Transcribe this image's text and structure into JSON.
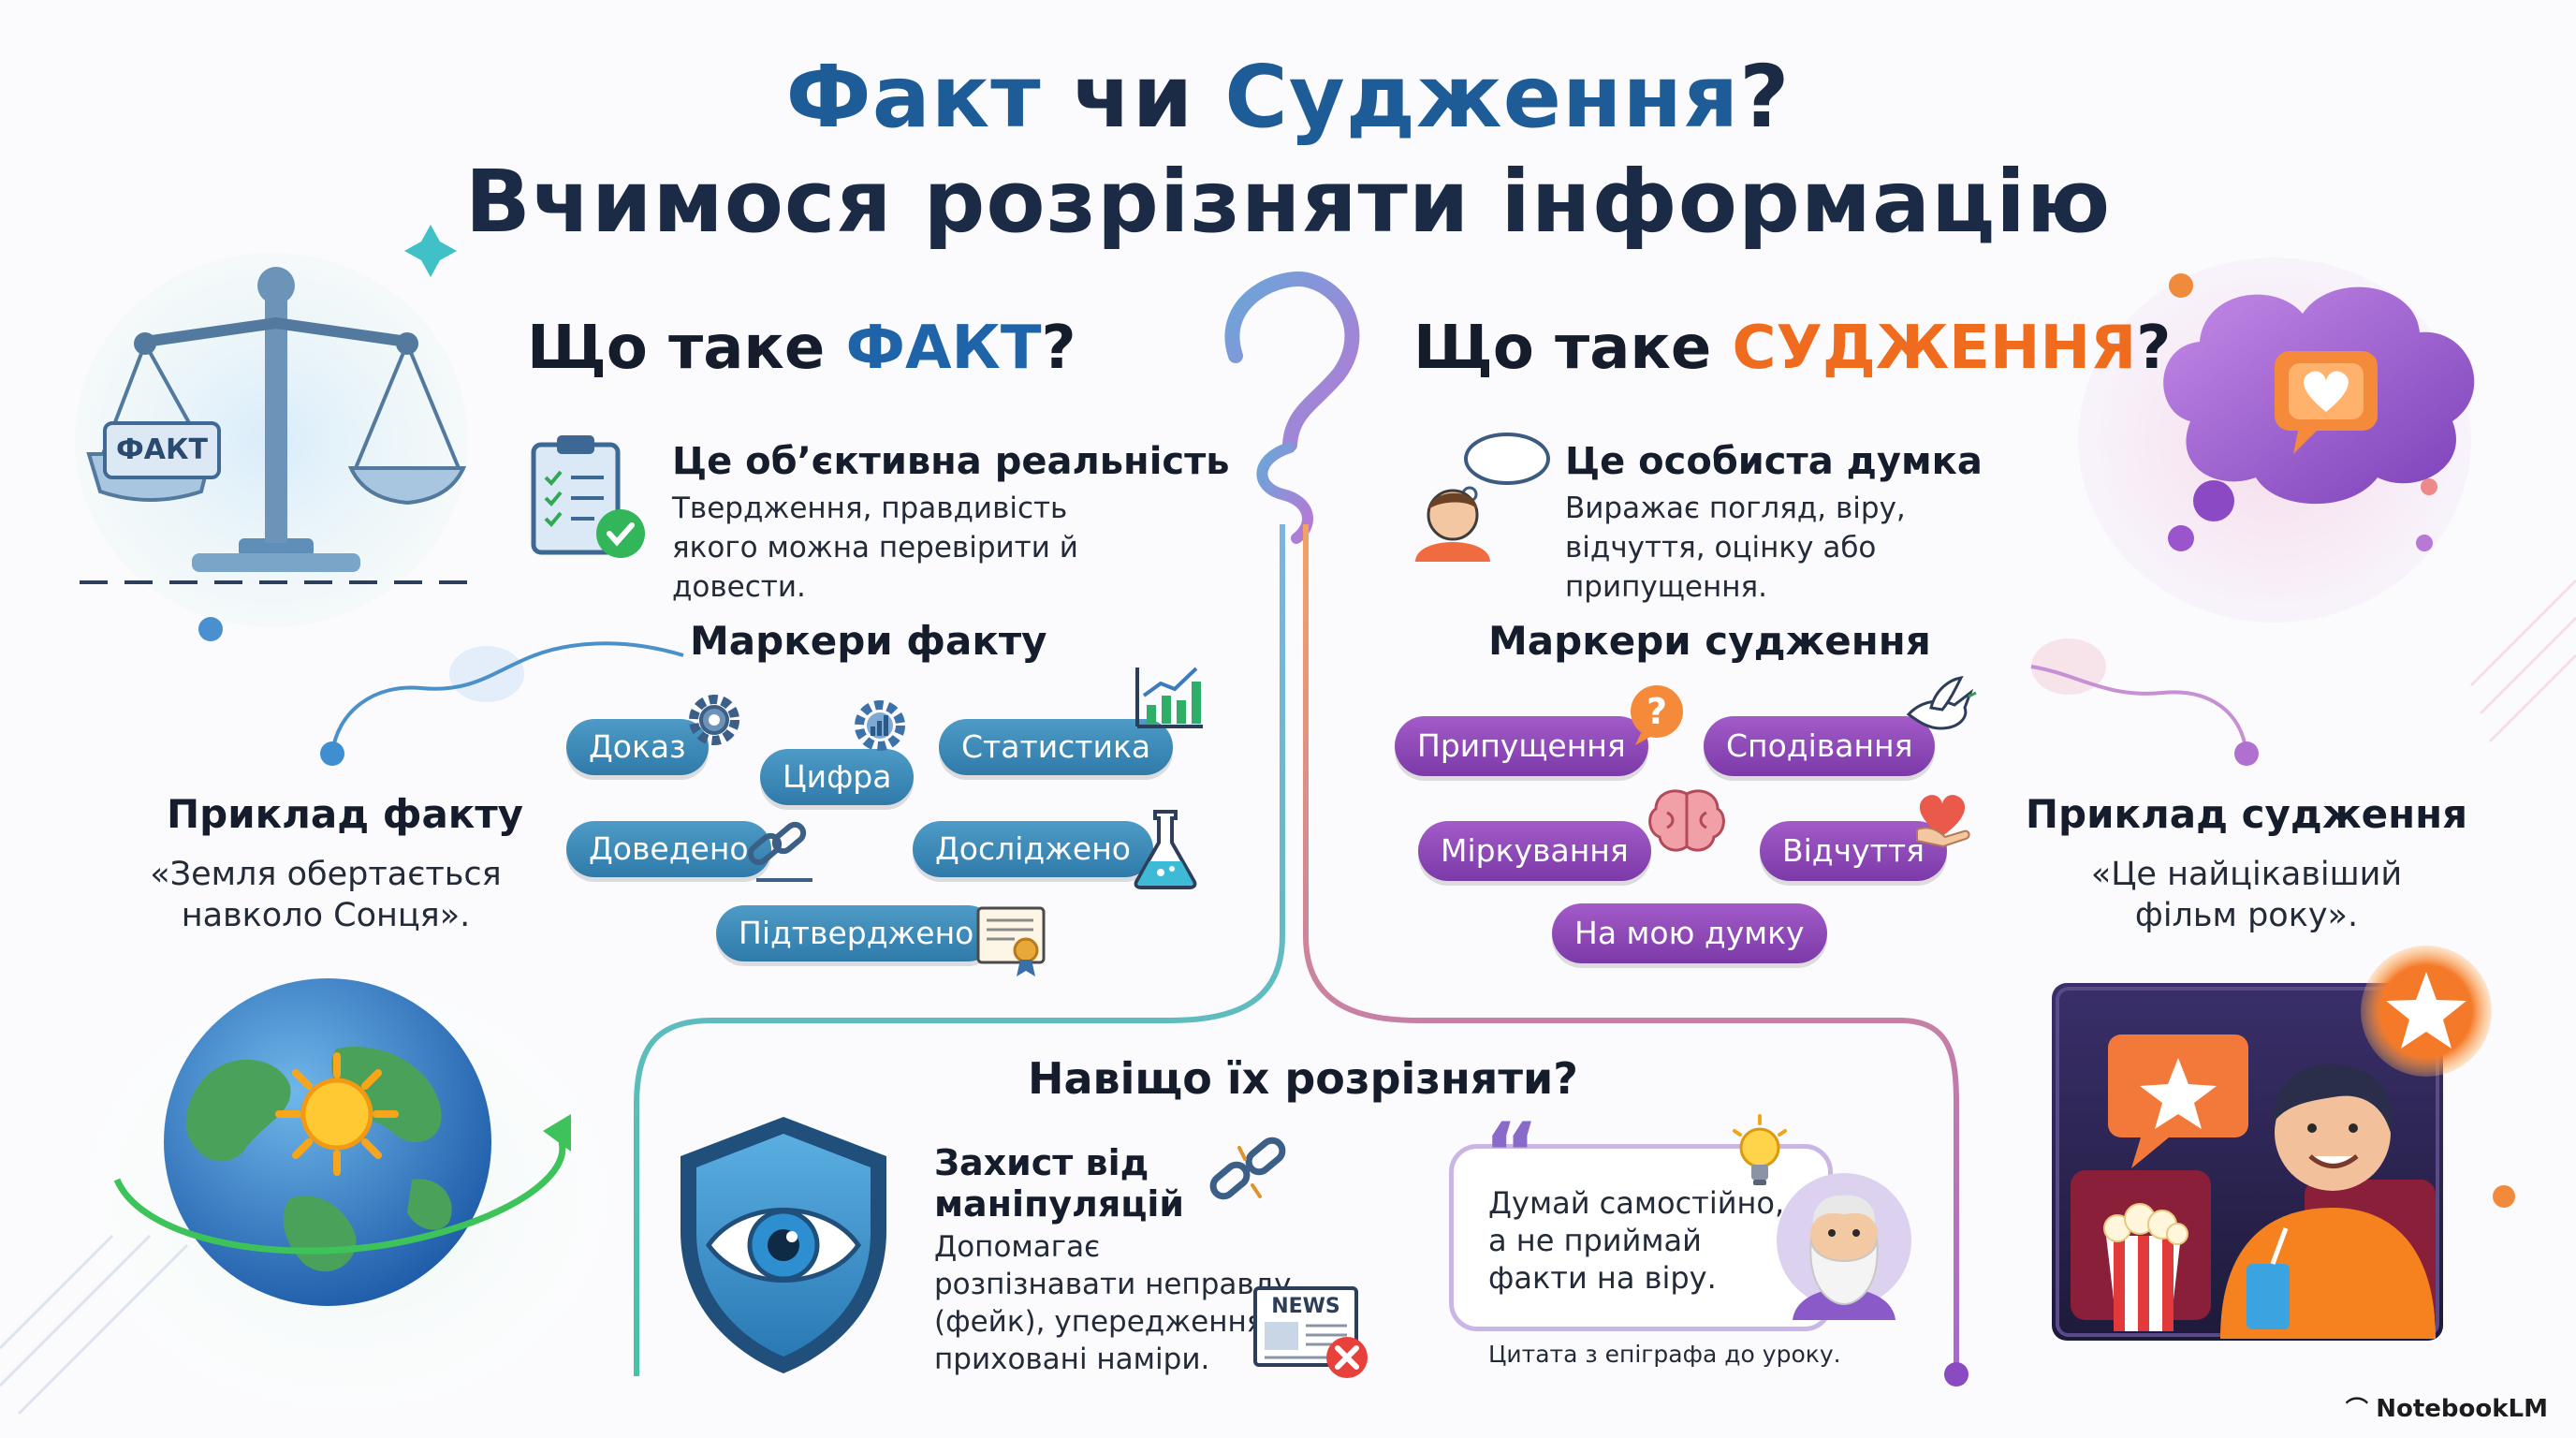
{
  "title": {
    "part1": "Факт",
    "part2": " чи ",
    "part3": "Судження",
    "part4": "?",
    "line2": "Вчимося розрізняти інформацію"
  },
  "fact": {
    "heading_prefix": "Що таке ",
    "heading_accent": "ФАКТ",
    "heading_suffix": "?",
    "scale_label": "ФАКТ",
    "definition_title": "Це об’єктивна реальність",
    "definition_text": "Твердження, правдивість якого можна перевірити й довести.",
    "markers_heading": "Маркери факту",
    "markers": [
      "Доказ",
      "Цифра",
      "Статистика",
      "Доведено",
      "Досліджено",
      "Підтверджено"
    ],
    "example_heading": "Приклад факту",
    "example_text_line1": "«Земля обертається",
    "example_text_line2": "навколо Сонця»."
  },
  "opinion": {
    "heading_prefix": "Що таке ",
    "heading_accent": "СУДЖЕННЯ",
    "heading_suffix": "?",
    "definition_title": "Це особиста думка",
    "definition_text": "Виражає погляд, віру, відчуття, оцінку або припущення.",
    "markers_heading": "Маркери судження",
    "markers": [
      "Припущення",
      "Сподівання",
      "Міркування",
      "Відчуття",
      "На мою думку"
    ],
    "example_heading": "Приклад судження",
    "example_text_line1": "«Це найцікавіший",
    "example_text_line2": "фільм року»."
  },
  "why": {
    "heading": "Навіщо їх розрізняти?",
    "protection_title": "Захист від маніпуляцій",
    "protection_text": "Допомагає розпізнавати неправду (фейк), упередження та приховані наміри.",
    "news_label": "NEWS",
    "quote_mark": "“",
    "quote_text": "Думай самостійно, а не приймай факти на віру.",
    "quote_caption": "Цитата з епіграфа до уроку."
  },
  "brand": "NotebookLM",
  "colors": {
    "fact_accent": "#1f63a8",
    "opinion_accent": "#ef6c1e",
    "fact_pill": "#3a86b6",
    "opinion_pill": "#8e47b8"
  },
  "icons": [
    "scale-icon",
    "clipboard-check-icon",
    "person-thought-icon",
    "thought-cloud-heart-icon",
    "gear-icon",
    "bar-chart-icon",
    "chain-icon",
    "flask-icon",
    "certificate-icon",
    "question-bubble-icon",
    "dove-icon",
    "brain-icon",
    "heart-hand-icon",
    "earth-sun-icon",
    "cinema-viewer-icon",
    "star-badge-icon",
    "shield-eye-icon",
    "broken-chain-icon",
    "news-error-icon",
    "lightbulb-icon",
    "sage-icon",
    "question-mark-icon"
  ]
}
